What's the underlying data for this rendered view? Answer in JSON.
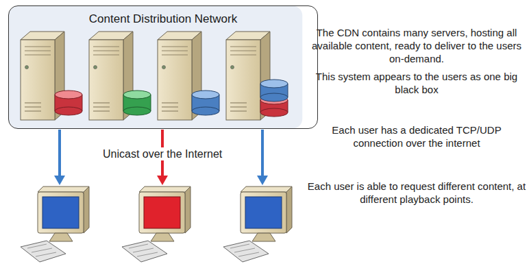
{
  "diagram": {
    "nodes": [
      {
        "text": [
          "Content Distribution Network"
        ]
      }
    ],
    "labels": [
      "Unicast over the Internet",
      "The CDN contains many servers, hosting all available content, ready to deliver to the users on-demand.",
      "This system appears to the users as one big black box",
      "Each user has a dedicated TCP/UDP connection over the internet",
      "Each user is able to request different content, at different playback points."
    ]
  }
}
